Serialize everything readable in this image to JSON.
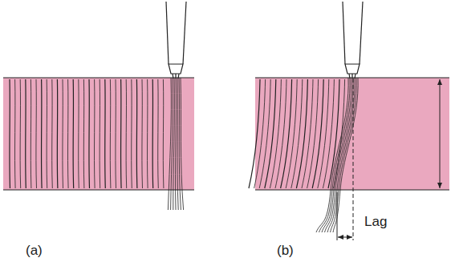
{
  "diagram": {
    "labels": [
      "(a)",
      "(b)",
      "Lag"
    ]
  }
}
